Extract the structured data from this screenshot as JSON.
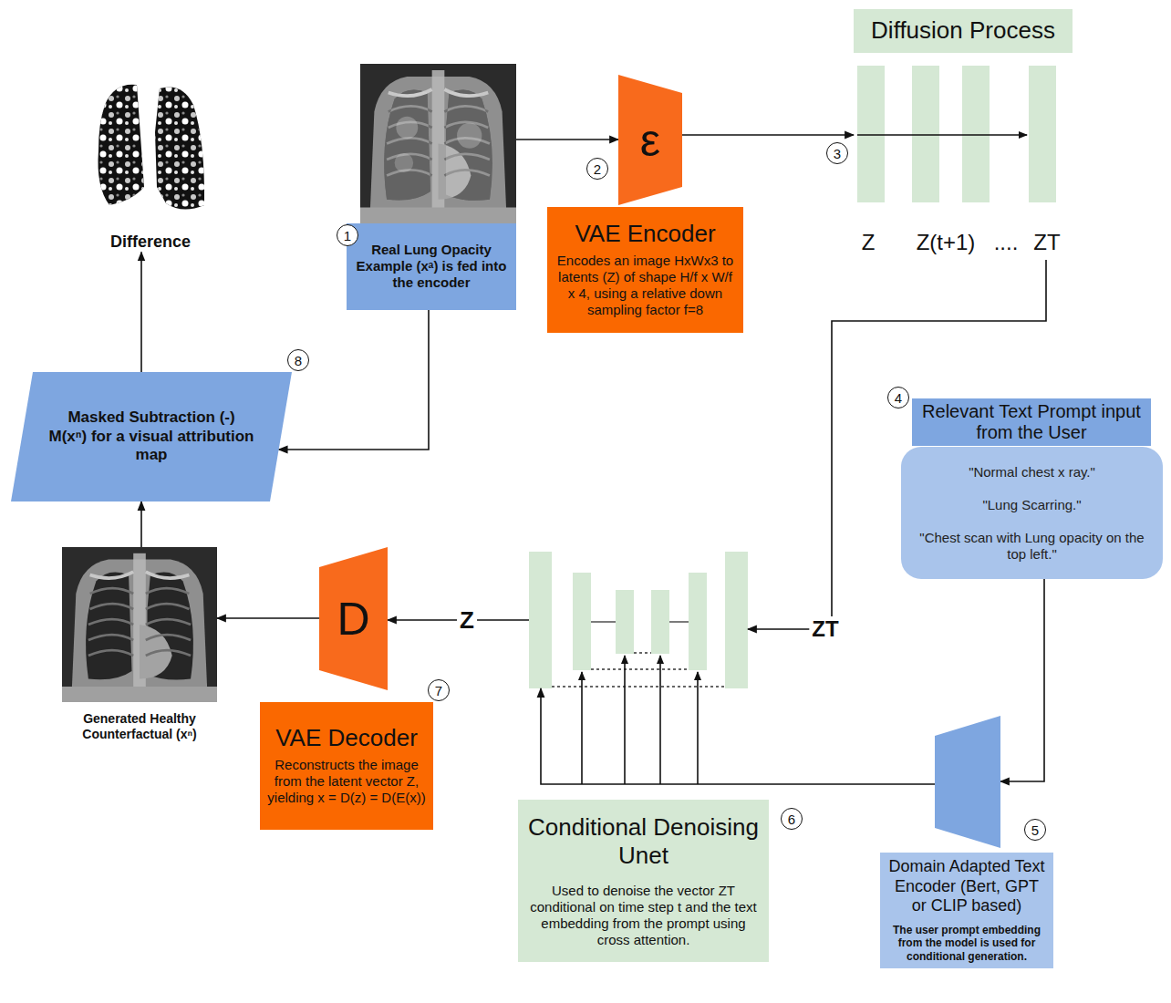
{
  "diagram": {
    "nodes": [
      {
        "text": [
          "Real Lung Opacity Example (xᵃ) is fed into the encoder"
        ]
      },
      {
        "text": [
          "ε"
        ]
      },
      {
        "text": [
          "VAE Encoder",
          "Encodes an image HxWx3 to latents (Z) of shape H/f x W/f x 4, using a relative down sampling factor f=8"
        ]
      },
      {
        "text": [
          "Diffusion Process"
        ]
      },
      {
        "text": [
          "Relevant Text Prompt input from the User"
        ]
      },
      {
        "text": [
          "\"Normal chest x ray.\"",
          "\"Lung Scarring.\"",
          "\"Chest scan with Lung opacity on the top left.\""
        ]
      },
      {
        "text": [
          "Domain Adapted Text Encoder (Bert, GPT or CLIP based)",
          "The user prompt embedding from the model is used for conditional generation."
        ]
      },
      {
        "text": [
          "Conditional Denoising Unet",
          "Used to denoise the vector ZT conditional on time step t and the text embedding from the prompt using cross attention."
        ]
      },
      {
        "text": [
          "D"
        ]
      },
      {
        "text": [
          "VAE Decoder",
          "Reconstructs the image from the latent vector Z, yielding x = D(z) = D(E(x))"
        ]
      },
      {
        "text": [
          "Generated Healthy Counterfactual (xⁿ)"
        ]
      },
      {
        "text": [
          "Masked Subtraction (-) M(xⁿ) for a visual attribution map"
        ]
      },
      {
        "text": [
          "Difference"
        ]
      }
    ],
    "edges": [
      {
        "from": 0,
        "to": 1,
        "arrow": "to"
      },
      {
        "from": 1,
        "to": 3,
        "arrow": "to"
      },
      {
        "from": 3,
        "to": 7,
        "label": "ZT",
        "arrow": "to"
      },
      {
        "from": 5,
        "to": 6,
        "arrow": "to"
      },
      {
        "from": 6,
        "to": 7,
        "arrow": "to"
      },
      {
        "from": 7,
        "to": 8,
        "label": "Z",
        "arrow": "to"
      },
      {
        "from": 8,
        "to": 10,
        "arrow": "to"
      },
      {
        "from": 10,
        "to": 11,
        "arrow": "to"
      },
      {
        "from": 0,
        "to": 11,
        "arrow": "to"
      },
      {
        "from": 11,
        "to": 12,
        "arrow": "to"
      }
    ],
    "labels": [
      "1",
      "2",
      "3",
      "Z",
      "Z(t+1)",
      "....",
      "ZT",
      "4",
      "5",
      "6",
      "7",
      "8"
    ]
  }
}
